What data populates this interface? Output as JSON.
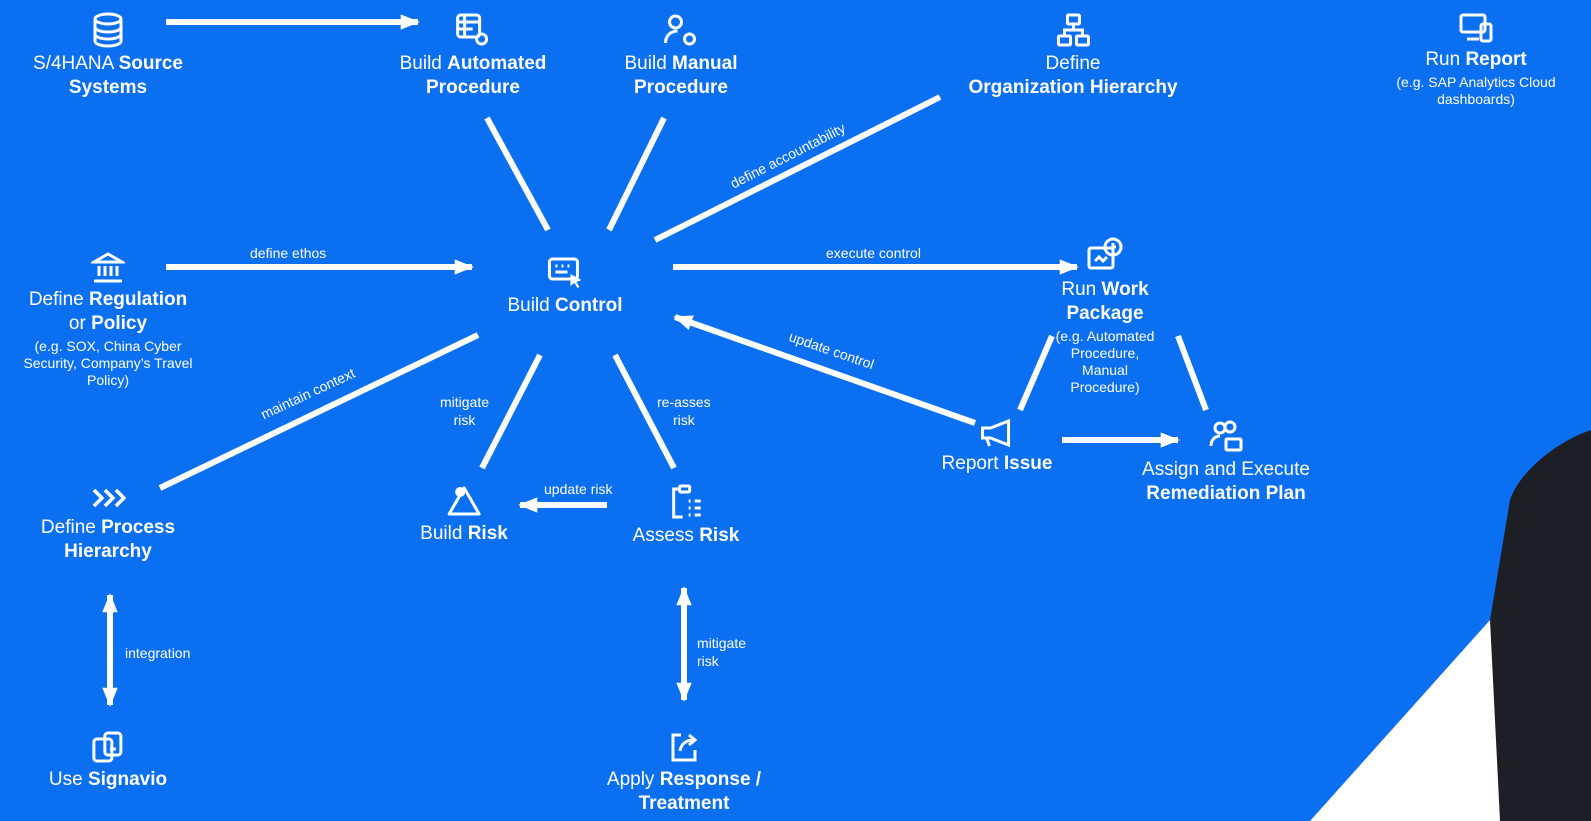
{
  "colors": {
    "background": "#0a6ff0",
    "foreground": "#ffffff",
    "dark_panel": "#1d1f24"
  },
  "nodes": {
    "source_systems": {
      "pre": "S/4HANA ",
      "bold": "Source",
      "line2_pre": "",
      "line2_bold": "Systems",
      "icon": "database-icon"
    },
    "automated_procedure": {
      "pre": "Build ",
      "bold": "Automated",
      "line2_pre": "",
      "line2_bold": "Procedure",
      "icon": "table-gear-icon"
    },
    "manual_procedure": {
      "pre": "Build ",
      "bold": "Manual",
      "line2_pre": "",
      "line2_bold": "Procedure",
      "icon": "person-gear-icon"
    },
    "org_hierarchy": {
      "pre": "Define",
      "bold": "",
      "line2_pre": "",
      "line2_bold": "Organization Hierarchy",
      "icon": "org-chart-icon"
    },
    "run_report": {
      "pre": "Run ",
      "bold": "Report",
      "sub": "(e.g. SAP Analytics Cloud dashboards)",
      "icon": "devices-icon"
    },
    "regulation": {
      "pre": "Define ",
      "bold": "Regulation",
      "line2_pre": "or ",
      "line2_bold": "Policy",
      "sub": "(e.g. SOX, China Cyber Security, Company’s Travel Policy)",
      "icon": "bank-icon"
    },
    "build_control": {
      "pre": "Build ",
      "bold": "Control",
      "icon": "keyboard-cursor-icon"
    },
    "work_package": {
      "pre": "Run ",
      "bold": "Work",
      "line2_pre": "",
      "line2_bold": "Package",
      "sub": "(e.g. Automated Procedure, Manual Procedure)",
      "icon": "monitor-clock-icon"
    },
    "report_issue": {
      "pre": "Report ",
      "bold": "Issue",
      "icon": "megaphone-icon"
    },
    "remediation": {
      "pre": "Assign and Execute",
      "bold": "",
      "line2_pre": "",
      "line2_bold": "Remediation Plan",
      "icon": "people-mail-icon"
    },
    "process_hierarchy": {
      "pre": "Define ",
      "bold": "Process",
      "line2_pre": "",
      "line2_bold": "Hierarchy",
      "icon": "double-chevron-icon"
    },
    "build_risk": {
      "pre": "Build ",
      "bold": "Risk",
      "icon": "risk-icon"
    },
    "assess_risk": {
      "pre": "Assess ",
      "bold": "Risk",
      "icon": "clipboard-list-icon"
    },
    "signavio": {
      "pre": "Use ",
      "bold": "Signavio",
      "icon": "copy-phone-icon"
    },
    "response": {
      "pre": "Apply ",
      "bold": "Response /",
      "line2_pre": "",
      "line2_bold": "Treatment",
      "icon": "share-icon"
    }
  },
  "edges": {
    "define_accountability": "define accountability",
    "define_ethos": "define ethos",
    "execute_control": "execute control",
    "update_control": "update control",
    "maintain_context": "maintain context",
    "mitigate_risk_1": "mitigate\nrisk",
    "re_assess_risk": "re-asses\nrisk",
    "update_risk": "update risk",
    "integration": "integration",
    "mitigate_risk_2": "mitigate\nrisk"
  }
}
